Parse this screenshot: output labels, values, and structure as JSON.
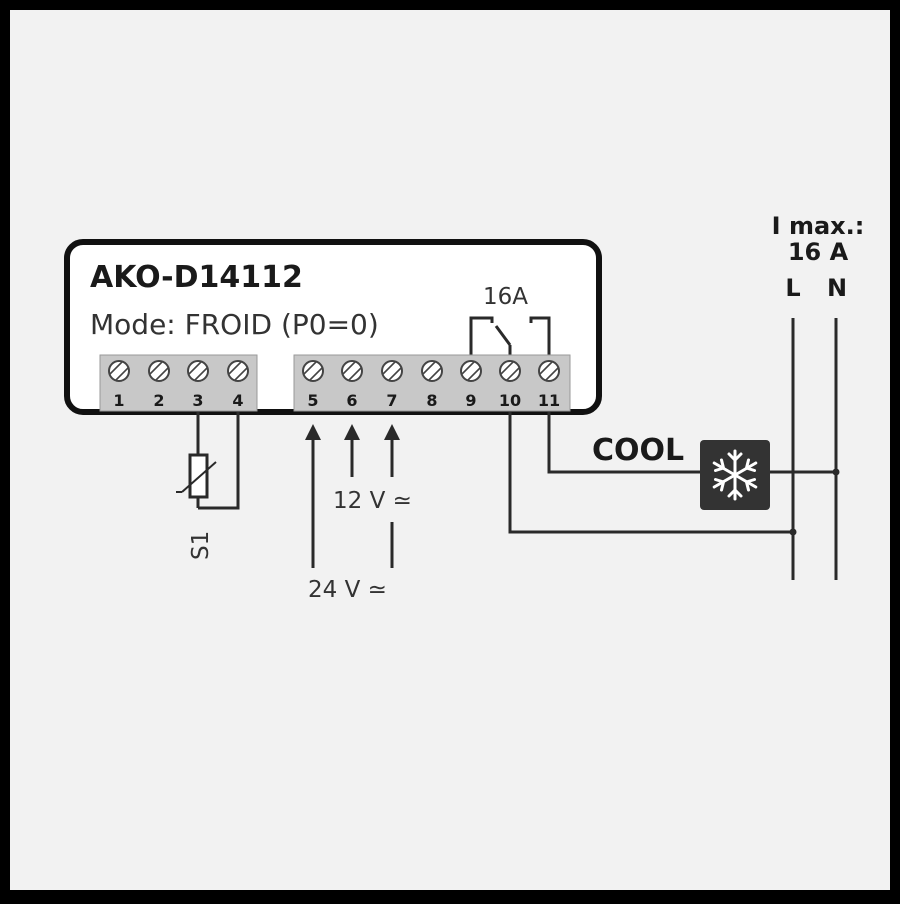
{
  "device": {
    "model": "AKO-D14112",
    "mode": "Mode: FROID (P0=0)"
  },
  "terminals": [
    "1",
    "2",
    "3",
    "4",
    "5",
    "6",
    "7",
    "8",
    "9",
    "10",
    "11"
  ],
  "relay": {
    "rating": "16A"
  },
  "sensor": {
    "label": "S1"
  },
  "power_supply": {
    "low_voltage": "12 V",
    "high_voltage": "24 V",
    "ac_dc_symbol": "≃"
  },
  "output": {
    "label": "COOL",
    "icon": "snowflake-icon"
  },
  "mains": {
    "imax_label": "I max.:",
    "imax_value": "16 A",
    "line": "L",
    "neutral": "N"
  },
  "colors": {
    "frame": "#000000",
    "background": "#f2f2f2",
    "line": "#2a2a2a",
    "terminal_strip": "#c8c8c8",
    "cool_box": "#333333"
  }
}
